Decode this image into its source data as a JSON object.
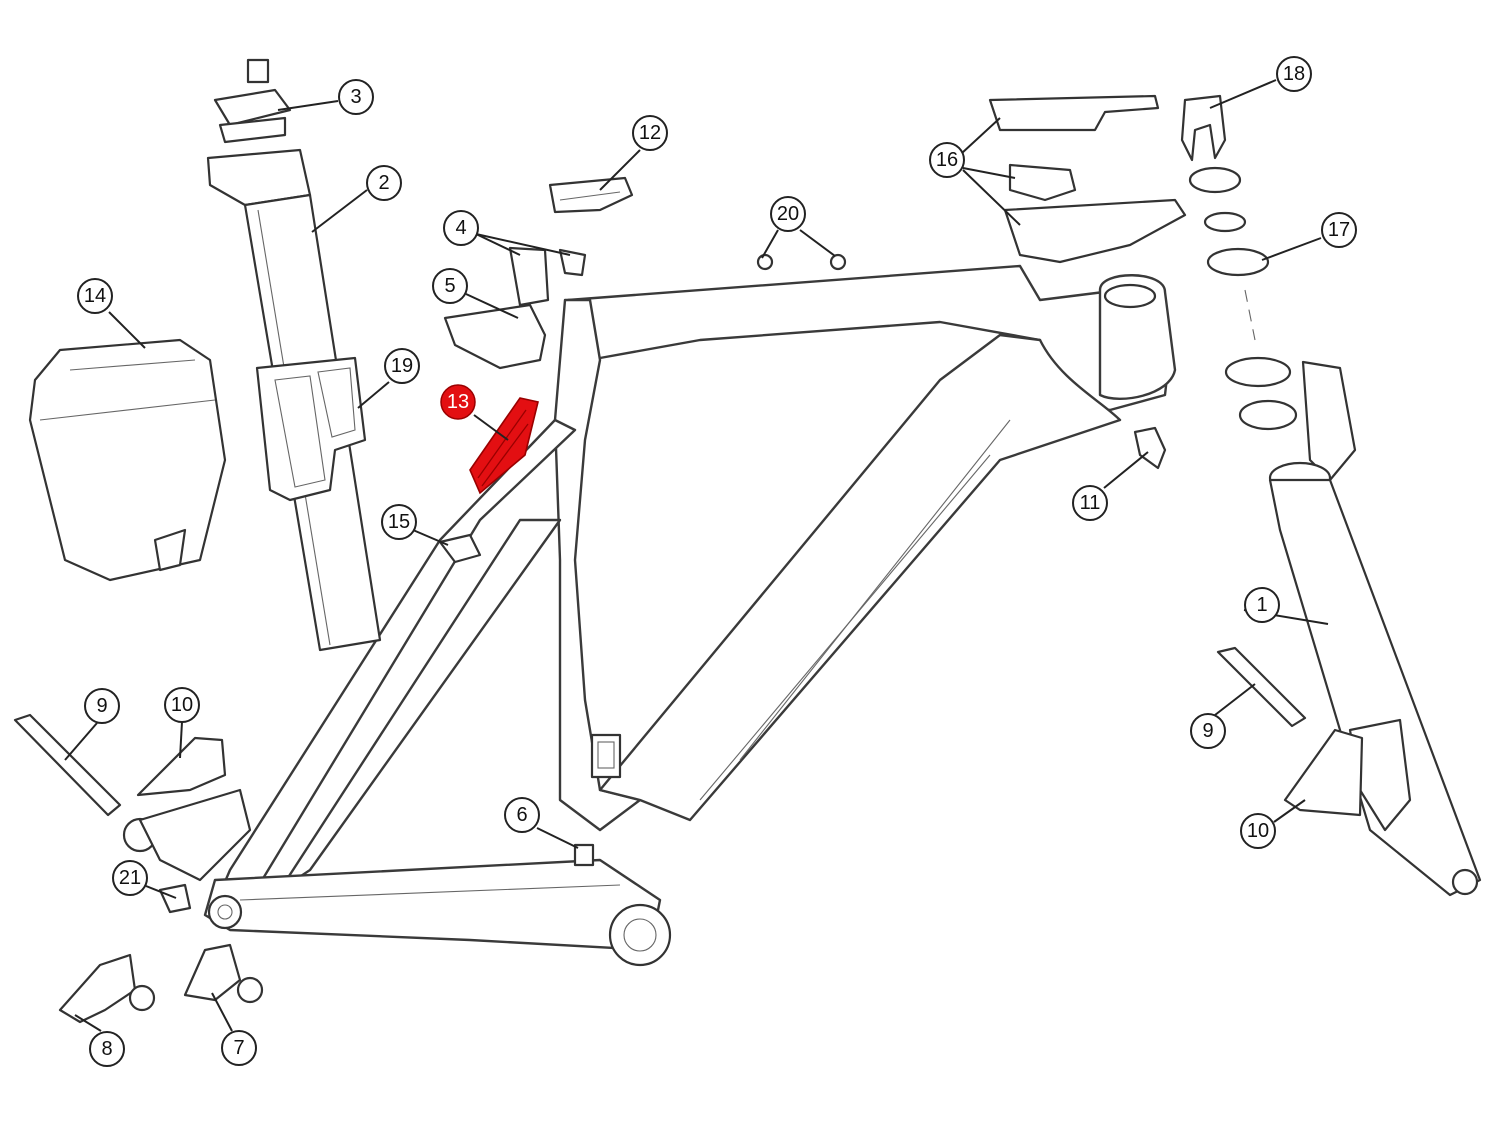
{
  "diagram": {
    "highlight_color": "#e30f12",
    "highlighted_label": "13",
    "callouts": [
      {
        "id": "c1",
        "label": "1"
      },
      {
        "id": "c2",
        "label": "2"
      },
      {
        "id": "c3",
        "label": "3"
      },
      {
        "id": "c4",
        "label": "4"
      },
      {
        "id": "c5",
        "label": "5"
      },
      {
        "id": "c6",
        "label": "6"
      },
      {
        "id": "c7",
        "label": "7"
      },
      {
        "id": "c8",
        "label": "8"
      },
      {
        "id": "c9a",
        "label": "9"
      },
      {
        "id": "c9b",
        "label": "9"
      },
      {
        "id": "c10a",
        "label": "10"
      },
      {
        "id": "c10b",
        "label": "10"
      },
      {
        "id": "c11",
        "label": "11"
      },
      {
        "id": "c12",
        "label": "12"
      },
      {
        "id": "c13",
        "label": "13"
      },
      {
        "id": "c14",
        "label": "14"
      },
      {
        "id": "c15",
        "label": "15"
      },
      {
        "id": "c16",
        "label": "16"
      },
      {
        "id": "c17",
        "label": "17"
      },
      {
        "id": "c18",
        "label": "18"
      },
      {
        "id": "c19",
        "label": "19"
      },
      {
        "id": "c20",
        "label": "20"
      },
      {
        "id": "c21",
        "label": "21"
      }
    ]
  }
}
